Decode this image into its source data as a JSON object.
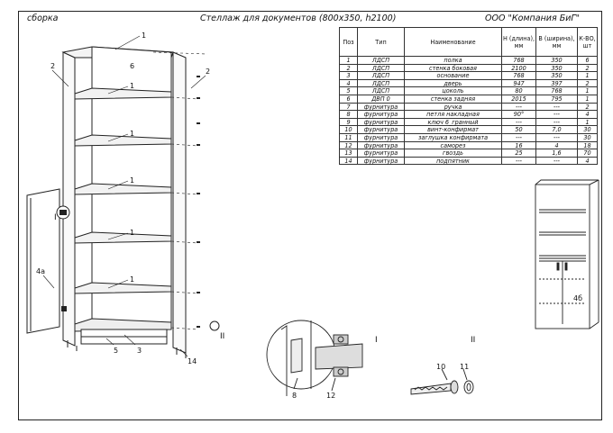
{
  "header": {
    "left": "сборка",
    "center": "Стеллаж для документов (800х350, h2100)",
    "right": "ООО \"Компания БиГ\""
  },
  "table": {
    "headers": [
      "Поз",
      "Тип",
      "Наименование",
      "Н (длина), мм",
      "В (ширина), мм",
      "К-ВО, шт"
    ],
    "rows": [
      [
        "1",
        "ЛДСП",
        "полка",
        "768",
        "350",
        "6"
      ],
      [
        "2",
        "ЛДСП",
        "стенка боковая",
        "2100",
        "350",
        "2"
      ],
      [
        "3",
        "ЛДСП",
        "основание",
        "768",
        "350",
        "1"
      ],
      [
        "4",
        "ЛДСП",
        "дверь",
        "947",
        "397",
        "2"
      ],
      [
        "5",
        "ЛДСП",
        "цоколь",
        "80",
        "768",
        "1"
      ],
      [
        "6",
        "ДВП 0",
        "стенка задняя",
        "2015",
        "795",
        "1"
      ],
      [
        "7",
        "фурнитура",
        "ручка",
        "---",
        "---",
        "2"
      ],
      [
        "8",
        "фурнитура",
        "петля накладная",
        "90°",
        "---",
        "4"
      ],
      [
        "9",
        "фурнитура",
        "ключ 6_гранный",
        "---",
        "---",
        "1"
      ],
      [
        "10",
        "фурнитура",
        "винт-конфирмат",
        "50",
        "7,0",
        "30"
      ],
      [
        "11",
        "фурнитура",
        "заглушка конфирмата",
        "---",
        "---",
        "30"
      ],
      [
        "12",
        "фурнитура",
        "саморез",
        "16",
        "4",
        "18"
      ],
      [
        "13",
        "фурнитура",
        "гвоздь",
        "25",
        "1,6",
        "70"
      ],
      [
        "14",
        "фурнитура",
        "подпятник",
        "---",
        "---",
        "4"
      ]
    ]
  },
  "callouts": {
    "p1": "1",
    "p2": "2",
    "p3": "3",
    "p4a": "4а",
    "p4b": "4б",
    "p5": "5",
    "p6": "6",
    "p8": "8",
    "p10": "10",
    "p11": "11",
    "p12": "12",
    "p14": "14",
    "detail_I": "I",
    "detail_II": "II"
  }
}
